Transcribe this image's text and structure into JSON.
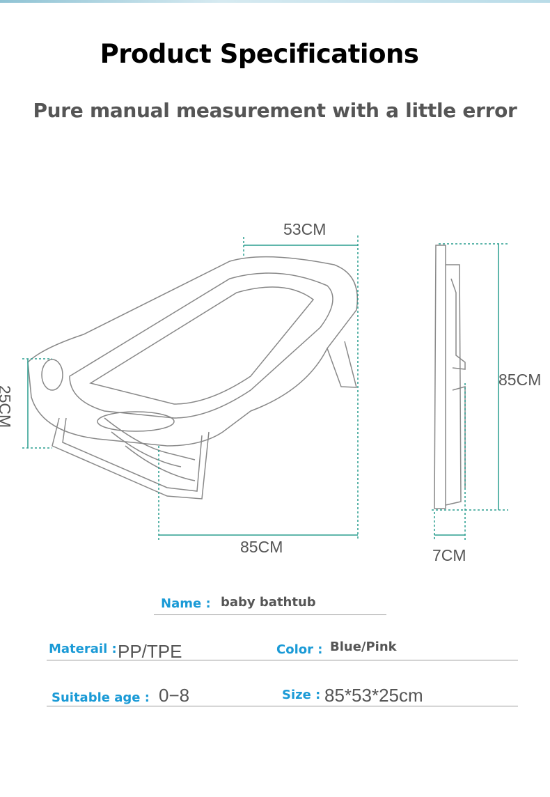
{
  "header": {
    "title": "Product Specifications",
    "subtitle": "Pure manual measurement with a little error"
  },
  "dimensions": {
    "width": "53CM",
    "height": "25CM",
    "length": "85CM",
    "folded_height": "85CM",
    "folded_depth": "7CM"
  },
  "specs": {
    "name_label": "Name :",
    "name_value": "baby bathtub",
    "material_label": "Materail :",
    "material_value": "PP/TPE",
    "color_label": "Color :",
    "color_value": "Blue/Pink",
    "age_label": "Suitable age :",
    "age_value": "0−8",
    "size_label": "Size :",
    "size_value": "85*53*25cm"
  },
  "colors": {
    "accent": "#1a9ad6",
    "dimension_line": "#2a9d8f"
  }
}
